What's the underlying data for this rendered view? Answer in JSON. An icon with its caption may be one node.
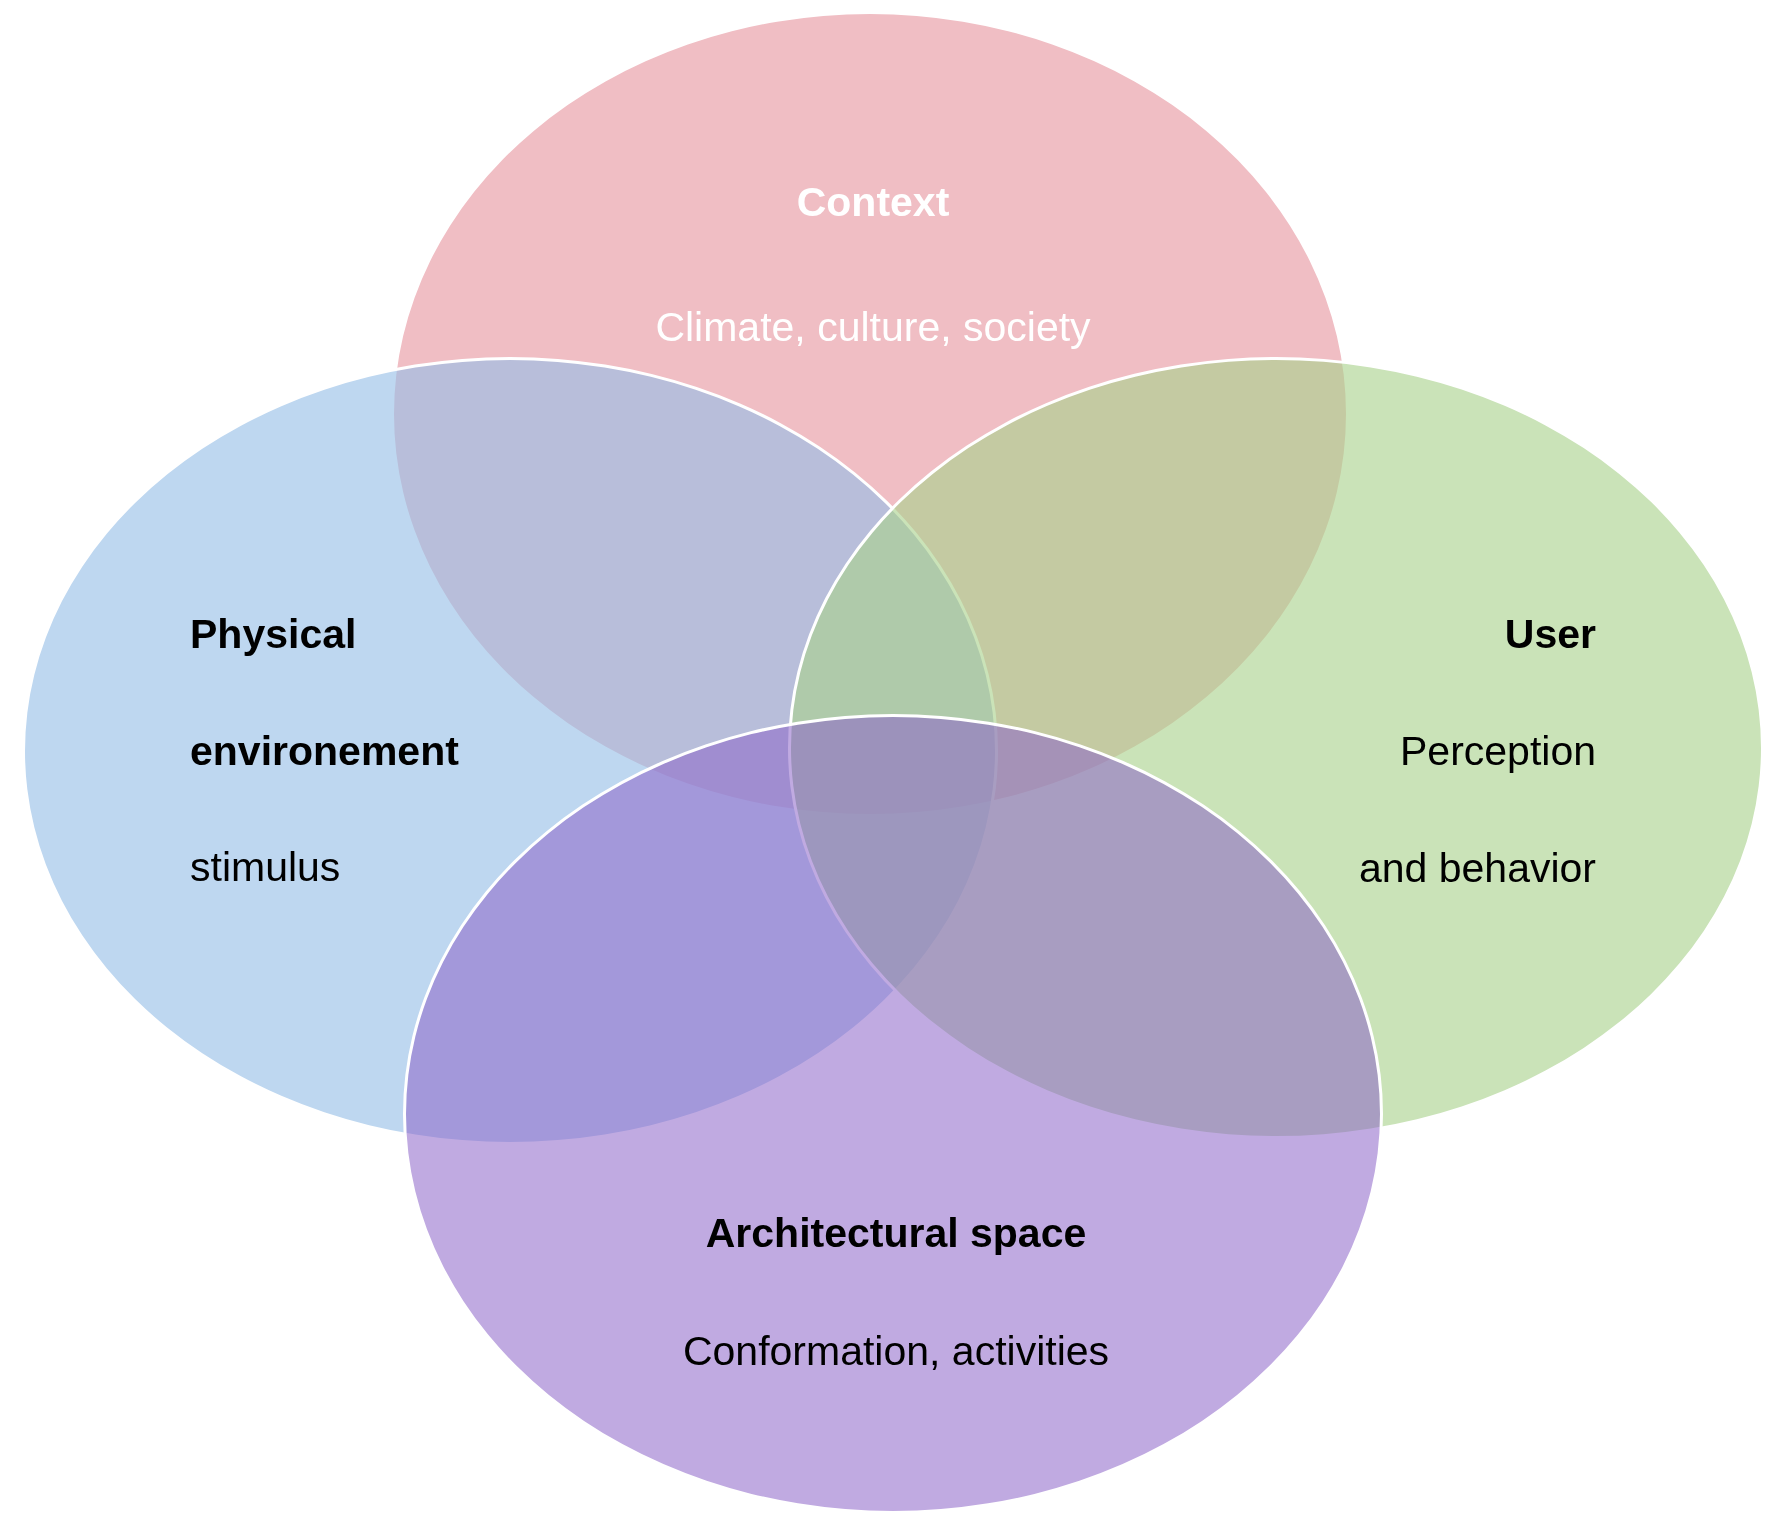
{
  "diagram": {
    "nodes": [
      {
        "text": [
          "Context",
          "Climate, culture, society"
        ]
      },
      {
        "text": [
          "Physical environement",
          "stimulus"
        ]
      },
      {
        "text": [
          "User",
          "Perception and behavior"
        ]
      },
      {
        "text": [
          "Architectural space",
          "Conformation, activities"
        ]
      }
    ]
  }
}
